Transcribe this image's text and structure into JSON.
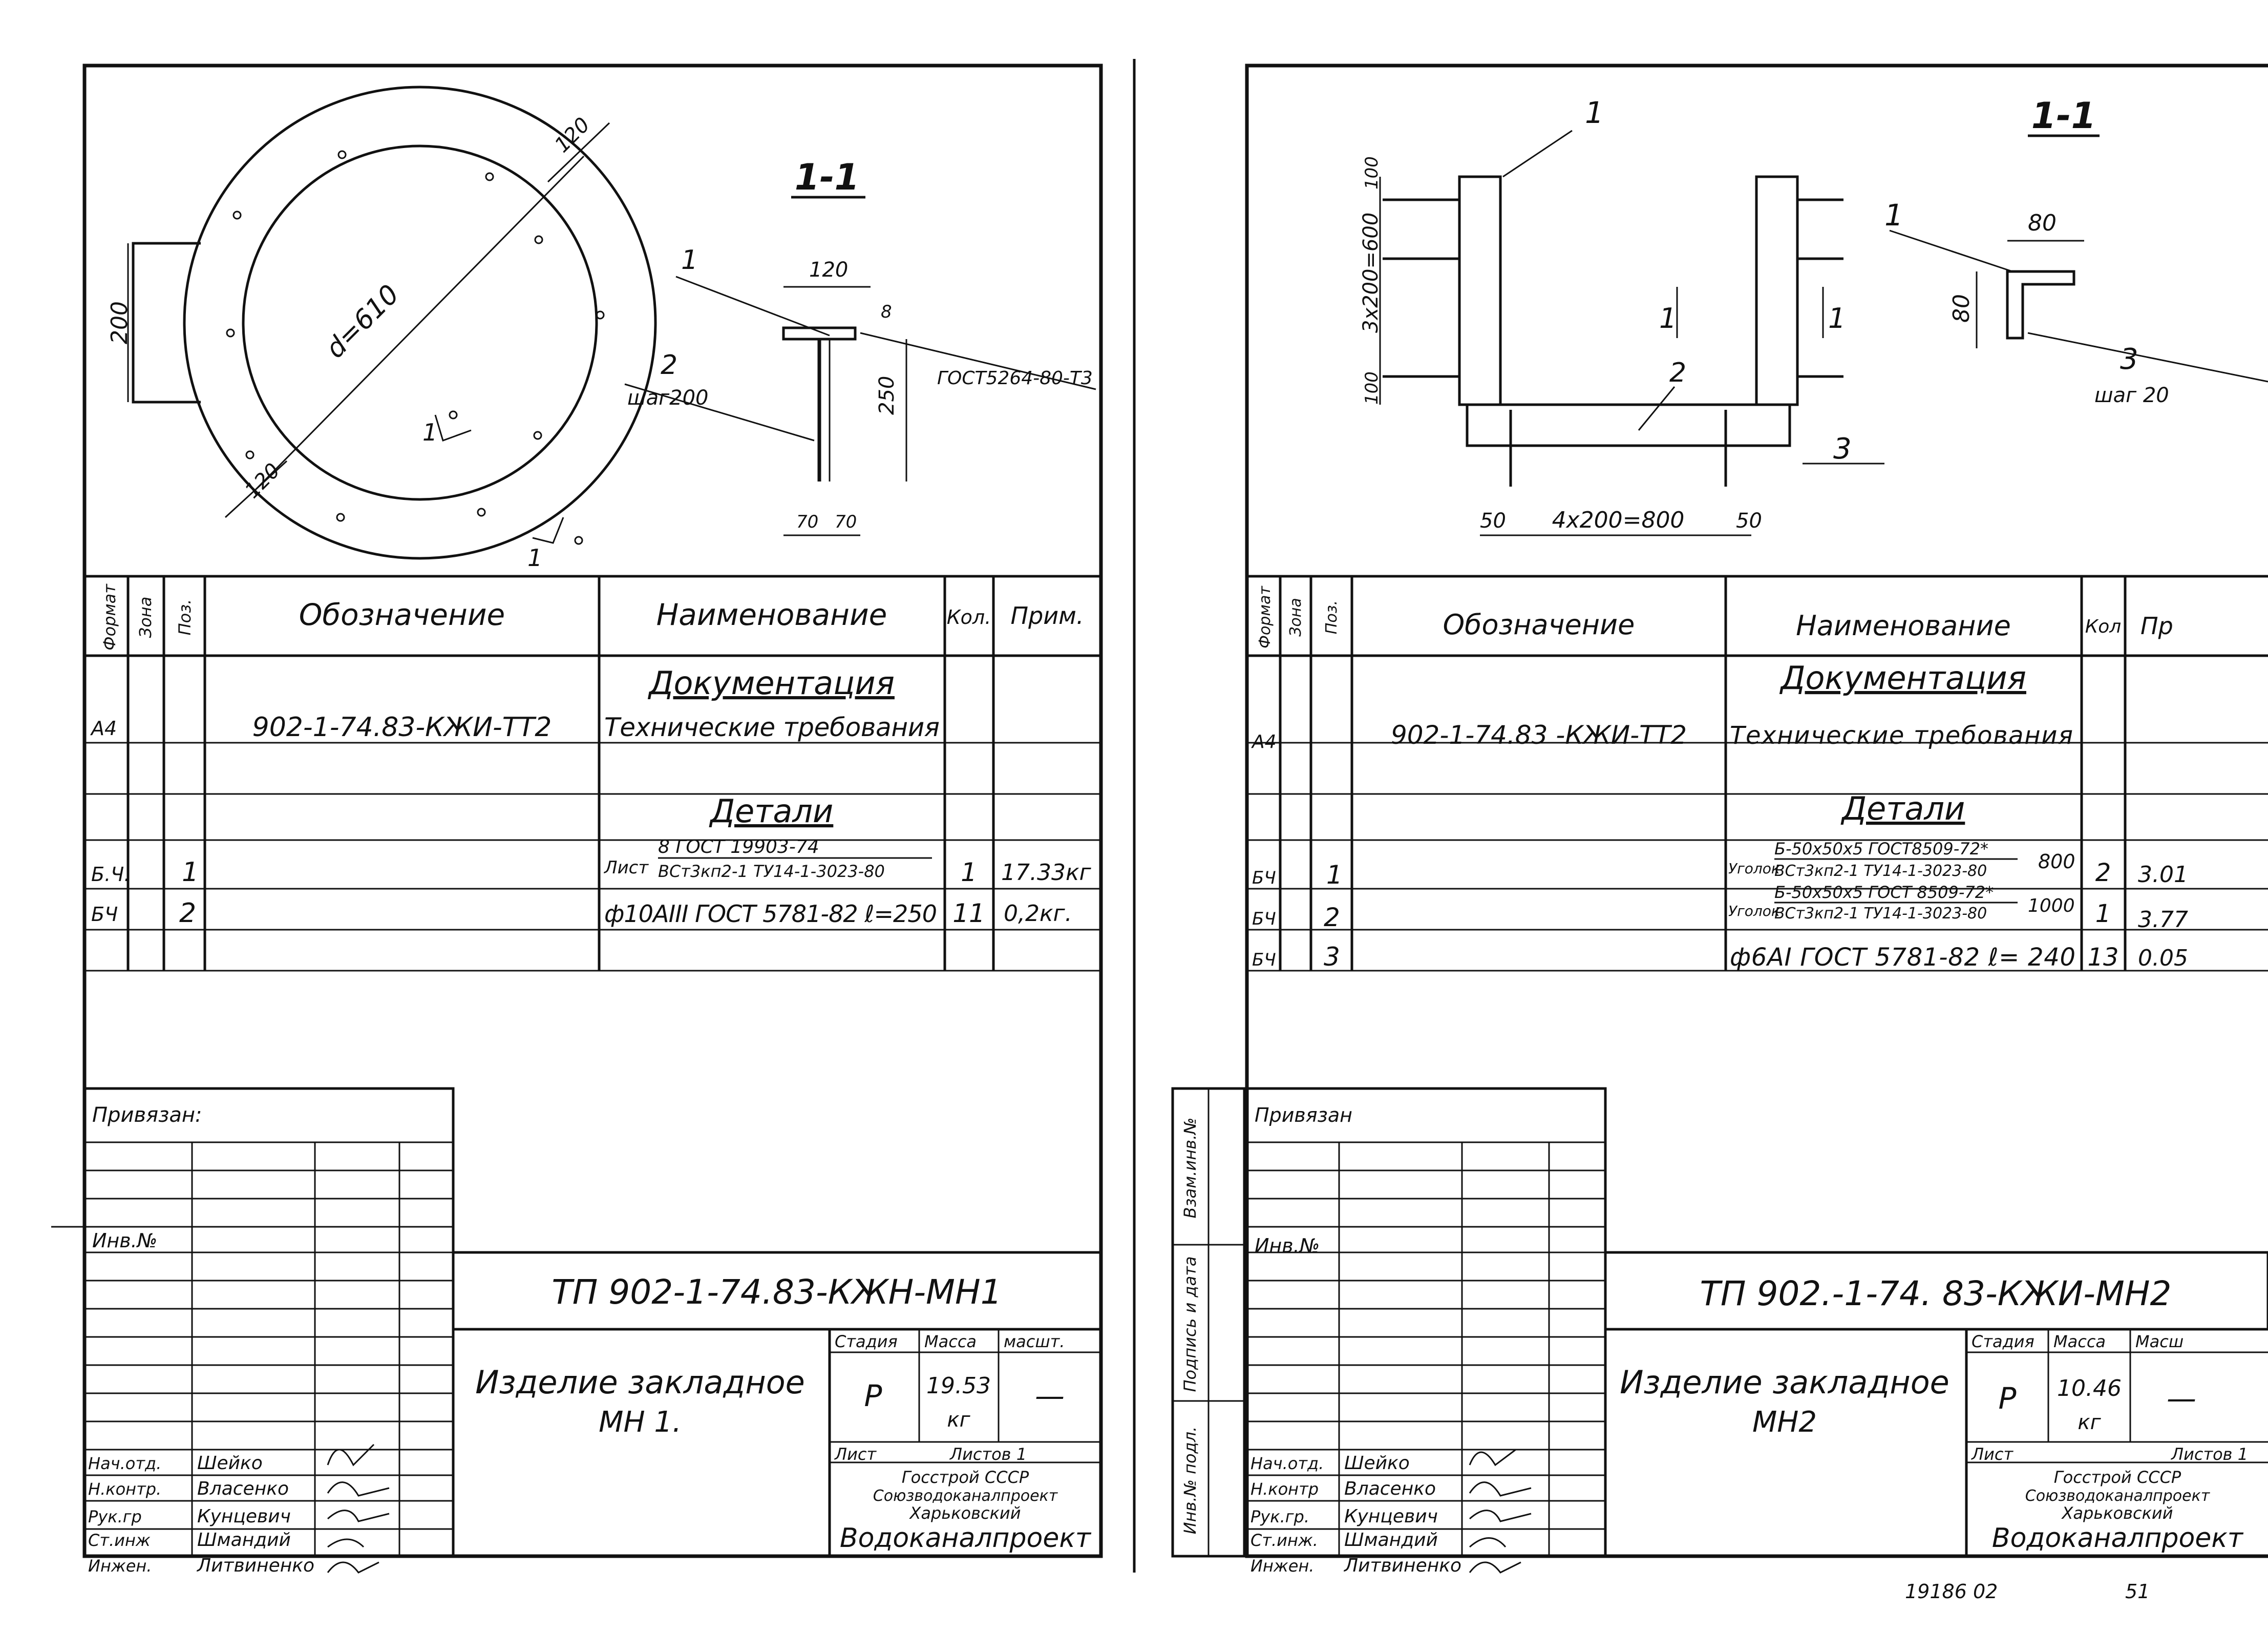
{
  "sheet1": {
    "section_label": "1-1",
    "dim_200": "200",
    "dim_d": "d=610",
    "dim_120_top": "120",
    "dim_120_bottom": "120",
    "section_mark_1": "1",
    "section_mark_2": "1",
    "detail_pos1": "1",
    "detail_pos2": "2",
    "detail_step": "шаг200",
    "detail_dim_120": "120",
    "detail_dim_8": "8",
    "detail_dim_250": "250",
    "detail_dim_70a": "70",
    "detail_dim_70b": "70",
    "detail_gost": "ГОСТ5264-80-Т3",
    "spec_headers": {
      "format": "Формат",
      "zone": "Зона",
      "pos": "Поз.",
      "designation": "Обозначение",
      "name": "Наименование",
      "qty": "Кол.",
      "note": "Прим."
    },
    "section_docs": "Документация",
    "row_doc": {
      "format": "А4",
      "designation": "902-1-74.83-КЖИ-ТТ2",
      "name": "Технические требования"
    },
    "section_details": "Детали",
    "row1": {
      "format": "Б.Ч.",
      "pos": "1",
      "prefix": "Лист",
      "name_top": "8 ГОСТ 19903-74",
      "name_bottom": "ВСт3кп2-1 ТУ14-1-3023-80",
      "qty": "1",
      "note": "17.33кг"
    },
    "row2": {
      "format": "БЧ",
      "pos": "2",
      "name": "ф10АIII ГОСТ 5781-82 ℓ=250",
      "qty": "11",
      "note": "0,2кг."
    },
    "privyazan": "Привязан:",
    "inv_no": "Инв.№",
    "doc_code": "ТП 902-1-74.83-КЖН-МН1",
    "title_line1": "Изделие закладное",
    "title_line2": "МН 1.",
    "stage_label": "Стадия",
    "mass_label": "Масса",
    "scale_label": "масшт.",
    "stage_value": "Р",
    "mass_value": "19.53",
    "mass_unit": "кг",
    "scale_value": "—",
    "sheet_label": "Лист",
    "sheets_label": "Листов 1",
    "org1": "Госстрой СССР",
    "org2": "Союзводоканалпроект",
    "org3": "Харьковский",
    "org4": "Водоканалпроект",
    "roles": [
      "Нач.отд.",
      "Н.контр.",
      "Рук.гр",
      "Ст.инж",
      "Инжен."
    ],
    "names": [
      "Шейко",
      "Власенко",
      "Кунцевич",
      "Шмандий",
      "Литвиненко"
    ]
  },
  "sheet2": {
    "section_label": "1-1",
    "pos_label_1": "1",
    "dim_100_top": "100",
    "dim_vertical": "3х200=600",
    "dim_100_bottom": "100",
    "section_mark_a": "1",
    "section_mark_b": "1",
    "pos_label_2": "2",
    "pos_label_3": "3",
    "dim_50a": "50",
    "dim_800": "4х200=800",
    "dim_50b": "50",
    "detail_pos1": "1",
    "detail_80h": "80",
    "detail_80v": "80",
    "detail_pos3": "3",
    "detail_step": "шаг 20",
    "spec_headers": {
      "format": "Формат",
      "zone": "Зона",
      "pos": "Поз.",
      "designation": "Обозначение",
      "name": "Наименование",
      "qty": "Кол",
      "note": "Пр"
    },
    "section_docs": "Документация",
    "row_doc": {
      "format": "А4",
      "designation": "902-1-74.83 -КЖИ-ТТ2",
      "name": "Технические требования"
    },
    "section_details": "Детали",
    "row1": {
      "format": "БЧ",
      "pos": "1",
      "prefix": "Уголок",
      "name_top": "Б-50х50х5 ГОСТ8509-72*",
      "name_bottom": "ВСт3кп2-1 ТУ14-1-3023-80",
      "len": "800",
      "qty": "2",
      "note": "3.01"
    },
    "row2": {
      "format": "БЧ",
      "pos": "2",
      "prefix": "Уголок",
      "name_top": "Б-50х50х5 ГОСТ 8509-72*",
      "name_bottom": "ВСт3кп2-1 ТУ14-1-3023-80",
      "len": "1000",
      "qty": "1",
      "note": "3.77"
    },
    "row3": {
      "format": "БЧ",
      "pos": "3",
      "name": "ф6АI ГОСТ 5781-82 ℓ= 240",
      "qty": "13",
      "note": "0.05"
    },
    "side_labels": [
      "Взам.инв.№",
      "Подпись и дата",
      "Инв.№ подл."
    ],
    "privyazan": "Привязан",
    "inv_no": "Инв.№",
    "doc_code": "ТП 902.-1-74. 83-КЖИ-МН2",
    "title_line1": "Изделие закладное",
    "title_line2": "МН2",
    "stage_label": "Стадия",
    "mass_label": "Масса",
    "scale_label": "Масш",
    "stage_value": "Р",
    "mass_value": "10.46",
    "mass_unit": "кг",
    "scale_value": "—",
    "sheet_label": "Лист",
    "sheets_label": "Листов 1",
    "org1": "Госстрой СССР",
    "org2": "Союзводоканалпроект",
    "org3": "Харьковский",
    "org4": "Водоканалпроект",
    "roles": [
      "Нач.отд.",
      "Н.контр",
      "Рук.гр.",
      "Ст.инж.",
      "Инжен."
    ],
    "names": [
      "Шейко",
      "Власенко",
      "Кунцевич",
      "Шмандий",
      "Литвиненко"
    ],
    "footer_num": "19186 02",
    "footer_page": "51"
  }
}
